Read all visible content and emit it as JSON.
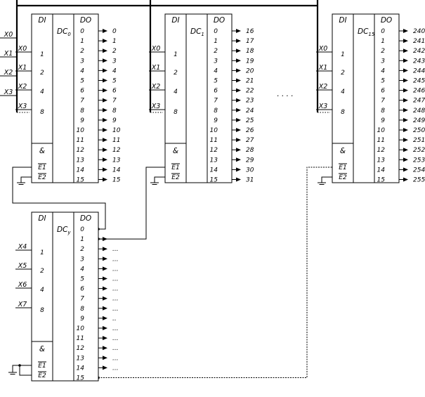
{
  "decoder_headers": {
    "di": "DI",
    "do": "DO",
    "and": "&",
    "e1": "E1",
    "e2": "E2"
  },
  "decoders": [
    {
      "name": "DC0",
      "name_main": "DC",
      "name_sub": "0",
      "inputs": [
        "X0",
        "X1",
        "X2",
        "X3"
      ],
      "outputs": [
        "0",
        "1",
        "2",
        "3",
        "4",
        "5",
        "6",
        "7",
        "8",
        "9",
        "10",
        "11",
        "12",
        "13",
        "14",
        "15"
      ]
    },
    {
      "name": "DC1",
      "name_main": "DC",
      "name_sub": "1",
      "inputs": [
        "X0",
        "X1",
        "X2",
        "X3"
      ],
      "outputs": [
        "16",
        "17",
        "18",
        "19",
        "20",
        "21",
        "22",
        "23",
        "24",
        "25",
        "26",
        "27",
        "28",
        "29",
        "30",
        "31"
      ]
    },
    {
      "name": "DC15",
      "name_main": "DC",
      "name_sub": "15",
      "inputs": [
        "X0",
        "X1",
        "X2",
        "X3"
      ],
      "outputs": [
        "240",
        "241",
        "242",
        "243",
        "244",
        "245",
        "246",
        "247",
        "248",
        "249",
        "250",
        "251",
        "252",
        "253",
        "254",
        "255"
      ]
    },
    {
      "name": "DCy",
      "name_main": "DC",
      "name_sub": "y",
      "inputs": [
        "X4",
        "X5",
        "X6",
        "X7"
      ],
      "outputs": [
        "",
        "",
        "...",
        "...",
        "...",
        "...",
        "...",
        "...",
        "...",
        "..",
        "...",
        "...",
        "...",
        "...",
        "...",
        ""
      ]
    }
  ],
  "di_weights": [
    "1",
    "2",
    "4",
    "8"
  ],
  "do_pins": [
    "0",
    "1",
    "2",
    "3",
    "4",
    "5",
    "6",
    "7",
    "8",
    "9",
    "10",
    "11",
    "12",
    "13",
    "14",
    "15"
  ],
  "external_inputs": [
    "X0",
    "X1",
    "X2",
    "X3"
  ],
  "ellipsis": ". . . ."
}
